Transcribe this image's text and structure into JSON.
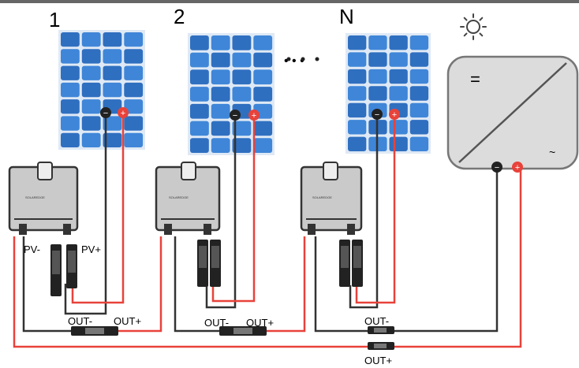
{
  "panels": [
    {
      "label": "1"
    },
    {
      "label": "2"
    },
    {
      "label": "N"
    }
  ],
  "ellipsis": "• • •",
  "terminals": {
    "minus": "−",
    "plus": "+"
  },
  "optimizer": {
    "brand": "SOLAREDGE",
    "pv_minus": "PV-",
    "pv_plus": "PV+"
  },
  "outputs": {
    "out_minus": "OUT-",
    "out_plus": "OUT+"
  },
  "inverter": {
    "dc_symbol": "=",
    "ac_symbol": "~"
  },
  "colors": {
    "panel_blue": "#2f6fc0",
    "panel_cell": "#3f86d8",
    "wire_red": "#e8423a",
    "wire_black": "#333333",
    "optimizer_gray": "#c9c9c9",
    "inverter_gray": "#d9d9d9"
  },
  "icons": [
    "sun-icon",
    "inverter-diagonal-icon"
  ]
}
